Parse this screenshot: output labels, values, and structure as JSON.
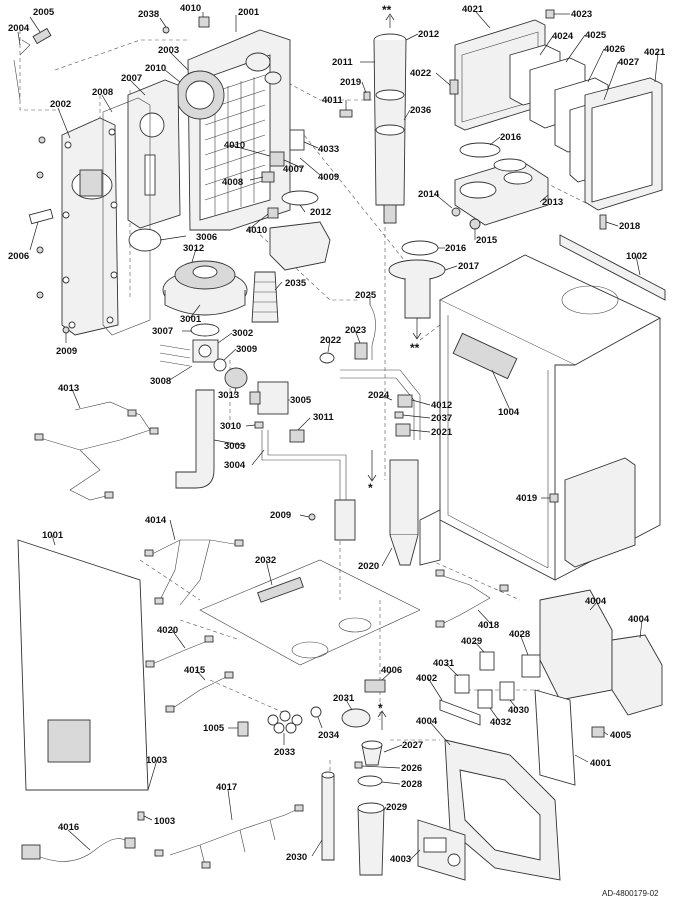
{
  "diagram": {
    "reference": "AD-4800179-02",
    "labels": [
      {
        "id": "l2005",
        "text": "2005"
      },
      {
        "id": "l2004",
        "text": "2004"
      },
      {
        "id": "l2038",
        "text": "2038"
      },
      {
        "id": "l4010a",
        "text": "4010"
      },
      {
        "id": "l2001",
        "text": "2001"
      },
      {
        "id": "l2003",
        "text": "2003"
      },
      {
        "id": "l2010",
        "text": "2010"
      },
      {
        "id": "l2007",
        "text": "2007"
      },
      {
        "id": "l2008",
        "text": "2008"
      },
      {
        "id": "l2002",
        "text": "2002"
      },
      {
        "id": "l2006",
        "text": "2006"
      },
      {
        "id": "l2009a",
        "text": "2009"
      },
      {
        "id": "l4010b",
        "text": "4010"
      },
      {
        "id": "l4008",
        "text": "4008"
      },
      {
        "id": "l4007",
        "text": "4007"
      },
      {
        "id": "l4033",
        "text": "4033"
      },
      {
        "id": "l4009",
        "text": "4009"
      },
      {
        "id": "l2012b",
        "text": "2012"
      },
      {
        "id": "l4010c",
        "text": "4010"
      },
      {
        "id": "l3006",
        "text": "3006"
      },
      {
        "id": "l3012",
        "text": "3012"
      },
      {
        "id": "l2035",
        "text": "2035"
      },
      {
        "id": "l3001",
        "text": "3001"
      },
      {
        "id": "l3007",
        "text": "3007"
      },
      {
        "id": "l3002",
        "text": "3002"
      },
      {
        "id": "l3009",
        "text": "3009"
      },
      {
        "id": "l3008",
        "text": "3008"
      },
      {
        "id": "l3013",
        "text": "3013"
      },
      {
        "id": "l3005",
        "text": "3005"
      },
      {
        "id": "l3011",
        "text": "3011"
      },
      {
        "id": "l3010",
        "text": "3010"
      },
      {
        "id": "l3003",
        "text": "3003"
      },
      {
        "id": "l3004",
        "text": "3004"
      },
      {
        "id": "l4013",
        "text": "4013"
      },
      {
        "id": "l2011",
        "text": "2011"
      },
      {
        "id": "l2012a",
        "text": "2012"
      },
      {
        "id": "l2019",
        "text": "2019"
      },
      {
        "id": "l4011",
        "text": "4011"
      },
      {
        "id": "l2036",
        "text": "2036"
      },
      {
        "id": "l4021a",
        "text": "4021"
      },
      {
        "id": "l4023",
        "text": "4023"
      },
      {
        "id": "l4022",
        "text": "4022"
      },
      {
        "id": "l4024",
        "text": "4024"
      },
      {
        "id": "l4025",
        "text": "4025"
      },
      {
        "id": "l4026",
        "text": "4026"
      },
      {
        "id": "l4027",
        "text": "4027"
      },
      {
        "id": "l4021b",
        "text": "4021"
      },
      {
        "id": "l2016a",
        "text": "2016"
      },
      {
        "id": "l2013",
        "text": "2013"
      },
      {
        "id": "l2014",
        "text": "2014"
      },
      {
        "id": "l2015",
        "text": "2015"
      },
      {
        "id": "l2018",
        "text": "2018"
      },
      {
        "id": "l2016b",
        "text": "2016"
      },
      {
        "id": "l2017",
        "text": "2017"
      },
      {
        "id": "l1002",
        "text": "1002"
      },
      {
        "id": "l2025",
        "text": "2025"
      },
      {
        "id": "l2023",
        "text": "2023"
      },
      {
        "id": "l2022",
        "text": "2022"
      },
      {
        "id": "l2024",
        "text": "2024"
      },
      {
        "id": "l4012",
        "text": "4012"
      },
      {
        "id": "l2037",
        "text": "2037"
      },
      {
        "id": "l2021",
        "text": "2021"
      },
      {
        "id": "l1004",
        "text": "1004"
      },
      {
        "id": "l4019",
        "text": "4019"
      },
      {
        "id": "l4014",
        "text": "4014"
      },
      {
        "id": "l2009b",
        "text": "2009"
      },
      {
        "id": "l1001",
        "text": "1001"
      },
      {
        "id": "l2032",
        "text": "2032"
      },
      {
        "id": "l2020",
        "text": "2020"
      },
      {
        "id": "l4018",
        "text": "4018"
      },
      {
        "id": "l4004a",
        "text": "4004"
      },
      {
        "id": "l4004b",
        "text": "4004"
      },
      {
        "id": "l4020",
        "text": "4020"
      },
      {
        "id": "l4006",
        "text": "4006"
      },
      {
        "id": "l4028",
        "text": "4028"
      },
      {
        "id": "l4029",
        "text": "4029"
      },
      {
        "id": "l4031",
        "text": "4031"
      },
      {
        "id": "l4015",
        "text": "4015"
      },
      {
        "id": "l4002",
        "text": "4002"
      },
      {
        "id": "l2031",
        "text": "2031"
      },
      {
        "id": "l4030",
        "text": "4030"
      },
      {
        "id": "l4032",
        "text": "4032"
      },
      {
        "id": "l1005",
        "text": "1005"
      },
      {
        "id": "l2033",
        "text": "2033"
      },
      {
        "id": "l2034",
        "text": "2034"
      },
      {
        "id": "l4004c",
        "text": "4004"
      },
      {
        "id": "l4005",
        "text": "4005"
      },
      {
        "id": "l2027",
        "text": "2027"
      },
      {
        "id": "l1003a",
        "text": "1003"
      },
      {
        "id": "l2026",
        "text": "2026"
      },
      {
        "id": "l4001",
        "text": "4001"
      },
      {
        "id": "l2028",
        "text": "2028"
      },
      {
        "id": "l4017",
        "text": "4017"
      },
      {
        "id": "l1003b",
        "text": "1003"
      },
      {
        "id": "l2029",
        "text": "2029"
      },
      {
        "id": "l4016",
        "text": "4016"
      },
      {
        "id": "l2030",
        "text": "2030"
      },
      {
        "id": "l4003",
        "text": "4003"
      }
    ],
    "markers": [
      {
        "id": "m1",
        "text": "**"
      },
      {
        "id": "m2",
        "text": "**"
      },
      {
        "id": "m3",
        "text": "*"
      },
      {
        "id": "m4",
        "text": "*"
      }
    ]
  }
}
